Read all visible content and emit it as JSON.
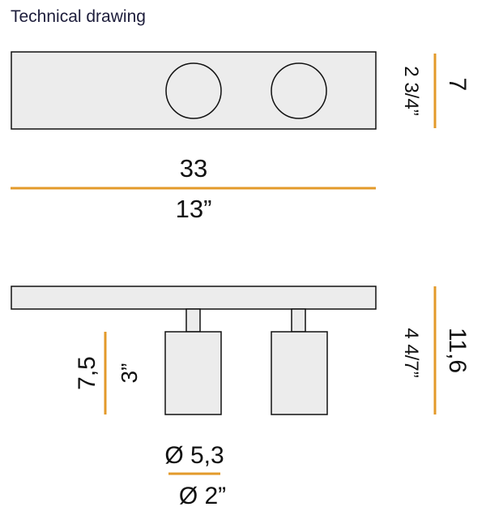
{
  "title": "Technical drawing",
  "colors": {
    "accent": "#e39a2a",
    "fill": "#ececec",
    "stroke": "#111111"
  },
  "top_view": {
    "height_metric": "7",
    "height_imperial": "2 3/4”",
    "width_metric": "33",
    "width_imperial": "13”"
  },
  "side_view": {
    "height_metric": "11,6",
    "height_imperial": "4 4/7”",
    "spot_height_metric": "7,5",
    "spot_height_imperial": "3”",
    "diameter_metric": "Ø 5,3",
    "diameter_imperial": "Ø 2”"
  }
}
